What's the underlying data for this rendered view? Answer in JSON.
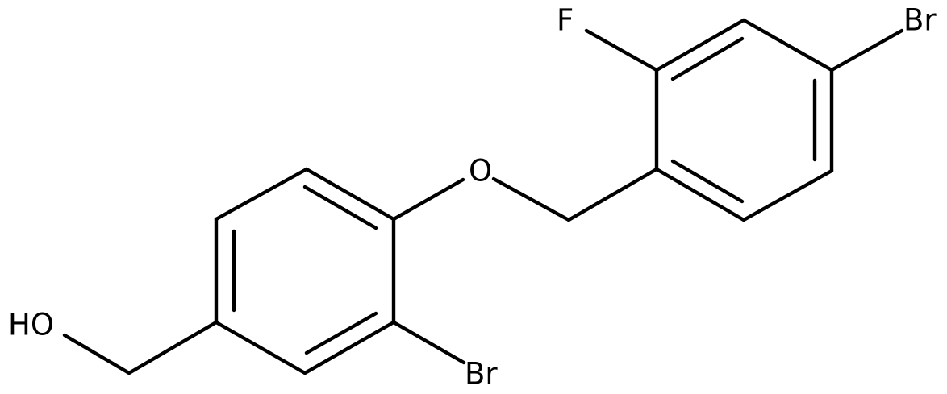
{
  "molecule": {
    "atom_labels": {
      "hydroxyl": "HO",
      "ether_oxygen": "O",
      "bromo_ring_a": "Br",
      "bromo_ring_b": "Br",
      "fluoro": "F"
    },
    "colors": {
      "bond": "#000000",
      "label": "#000000",
      "background": "#ffffff"
    }
  }
}
